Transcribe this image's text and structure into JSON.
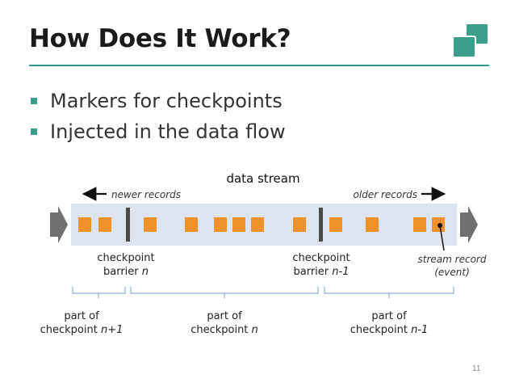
{
  "slide": {
    "title": "How Does It Work?",
    "bullets": [
      "Markers for checkpoints",
      "Injected in the data flow"
    ],
    "page_number": "11"
  },
  "diagram": {
    "stream_label": "data stream",
    "newer_label": "newer records",
    "older_label": "older records",
    "barrier_left": {
      "line1": "checkpoint",
      "line2": "barrier ",
      "var": "n"
    },
    "barrier_right": {
      "line1": "checkpoint",
      "line2": "barrier ",
      "var": "n-1"
    },
    "stream_record": {
      "line1": "stream record",
      "line2": "(event)"
    },
    "groups": [
      {
        "line1": "part of",
        "line2": "checkpoint ",
        "var": "n+1"
      },
      {
        "line1": "part of",
        "line2": "checkpoint ",
        "var": "n"
      },
      {
        "line1": "part of",
        "line2": "checkpoint ",
        "var": "n-1"
      }
    ]
  },
  "colors": {
    "accent": "#3a9e8b",
    "record": "#f0922b",
    "band": "#dde3ef",
    "barrier": "#4a4a4a",
    "arrow": "#6f6f6f"
  }
}
